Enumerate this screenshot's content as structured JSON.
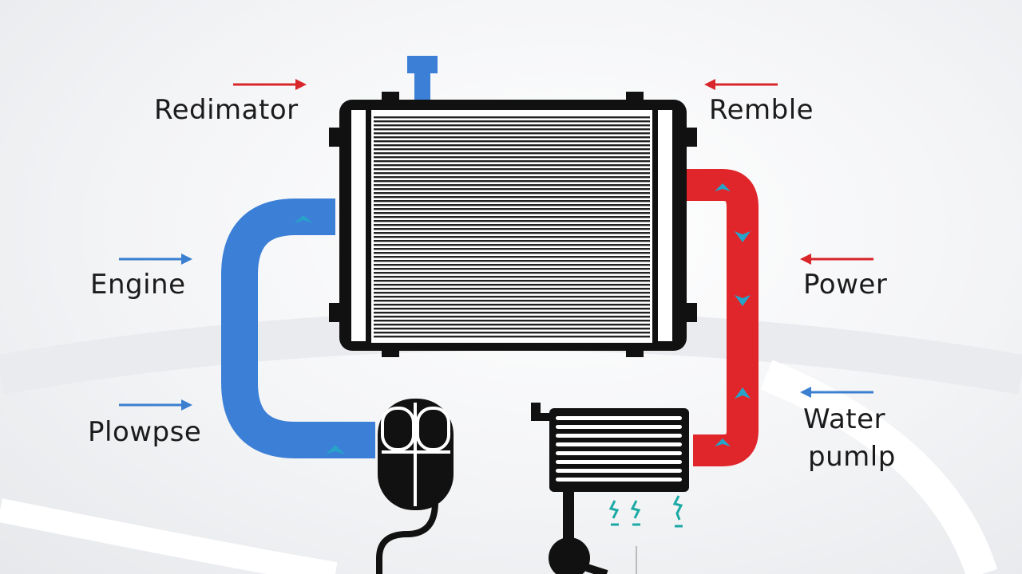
{
  "labels": {
    "top_left": "Redimator",
    "top_right": "Remble",
    "mid_left": "Engine",
    "mid_right": "Power",
    "bottom_left": "Plowpse",
    "bottom_right_line1": "Water",
    "bottom_right_line2": "pumlp"
  },
  "colors": {
    "cold_pipe": "#3b7fd6",
    "hot_pipe": "#e0262b",
    "flow_arrow": "#27a3c9",
    "outline": "#111111",
    "red_arrow": "#d9262b",
    "blue_arrow": "#3a7fd0"
  },
  "icons": [
    "radiator-icon",
    "engine-block-icon",
    "water-pump-icon",
    "reservoir-icon",
    "steam-icon"
  ]
}
